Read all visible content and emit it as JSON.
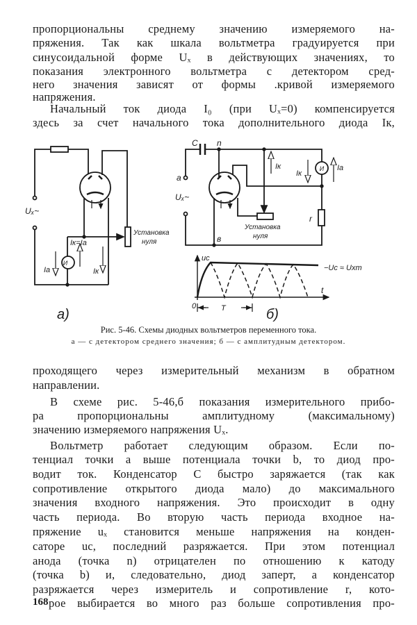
{
  "text_top": [
    "пропорциональны среднему значению измеряемого на-",
    "пряжения. Так как шкала вольтметра градуируется при",
    "синусоидальной форме Uₓ в действующих значениях, то",
    "показания электронного вольтметра с детектором сред-",
    "него значения зависят от формы .кривой измеряемого",
    "напряжения.",
    "Начальный ток диода I₀ (при Uₓ=0) компенсируется",
    "здесь за счет начального тока дополнительного диода Iк,"
  ],
  "figure": {
    "a": {
      "label": "а)",
      "ux": "Uₓ~",
      "current_eq": "Iк=Iа",
      "ia": "Iа",
      "ik": "Iк",
      "meter": "И",
      "zero_1": "Установка",
      "zero_2": "нуля"
    },
    "b": {
      "label": "б)",
      "c": "C",
      "n": "n",
      "a": "a",
      "ux": "Uₓ~",
      "ik1": "Iк",
      "ik2": "Iк",
      "ia": "Iа",
      "meter": "И",
      "r": "r",
      "v": "в",
      "zero_1": "Установка",
      "zero_2": "нуля",
      "uc": "uc",
      "uc_eq": "−Uc ≈ Uxm",
      "t": "t",
      "zero": "0",
      "period": "T"
    },
    "caption_1": "Рис. 5-46. Схемы диодных вольтметров переменного тока.",
    "caption_2": "а — с детектором среднего значения; б — с амплитудным детектором."
  },
  "text_bottom": [
    "проходящего через измерительный механизм в обратном",
    "направлении.",
    "В схеме рис. 5-46,б показания измерительного прибо-",
    "ра пропорциональны амплитудному (максимальному)",
    "значению измеряемого напряжения Uₓ.",
    "Вольтметр работает следующим образом. Если по-",
    "тенциал точки a выше потенциала точки b, то диод про-",
    "водит ток. Конденсатор C быстро заряжается (так как",
    "сопротивление открытого диода мало) до максимального",
    "значения входного напряжения. Это происходит в одну",
    "часть периода. Во вторую часть периода входное на-",
    "пряжение uₓ становится меньше напряжения на конден-",
    "саторе uc, последний разряжается. При этом потенциал",
    "анода (точка n) отрицателен по отношению к катоду",
    "(точка b) и, следовательно, диод заперт, а конденсатор",
    "разряжается через измеритель и сопротивление r, кото-",
    "рое выбирается во много раз больше сопротивления про-"
  ],
  "page_number": "168"
}
